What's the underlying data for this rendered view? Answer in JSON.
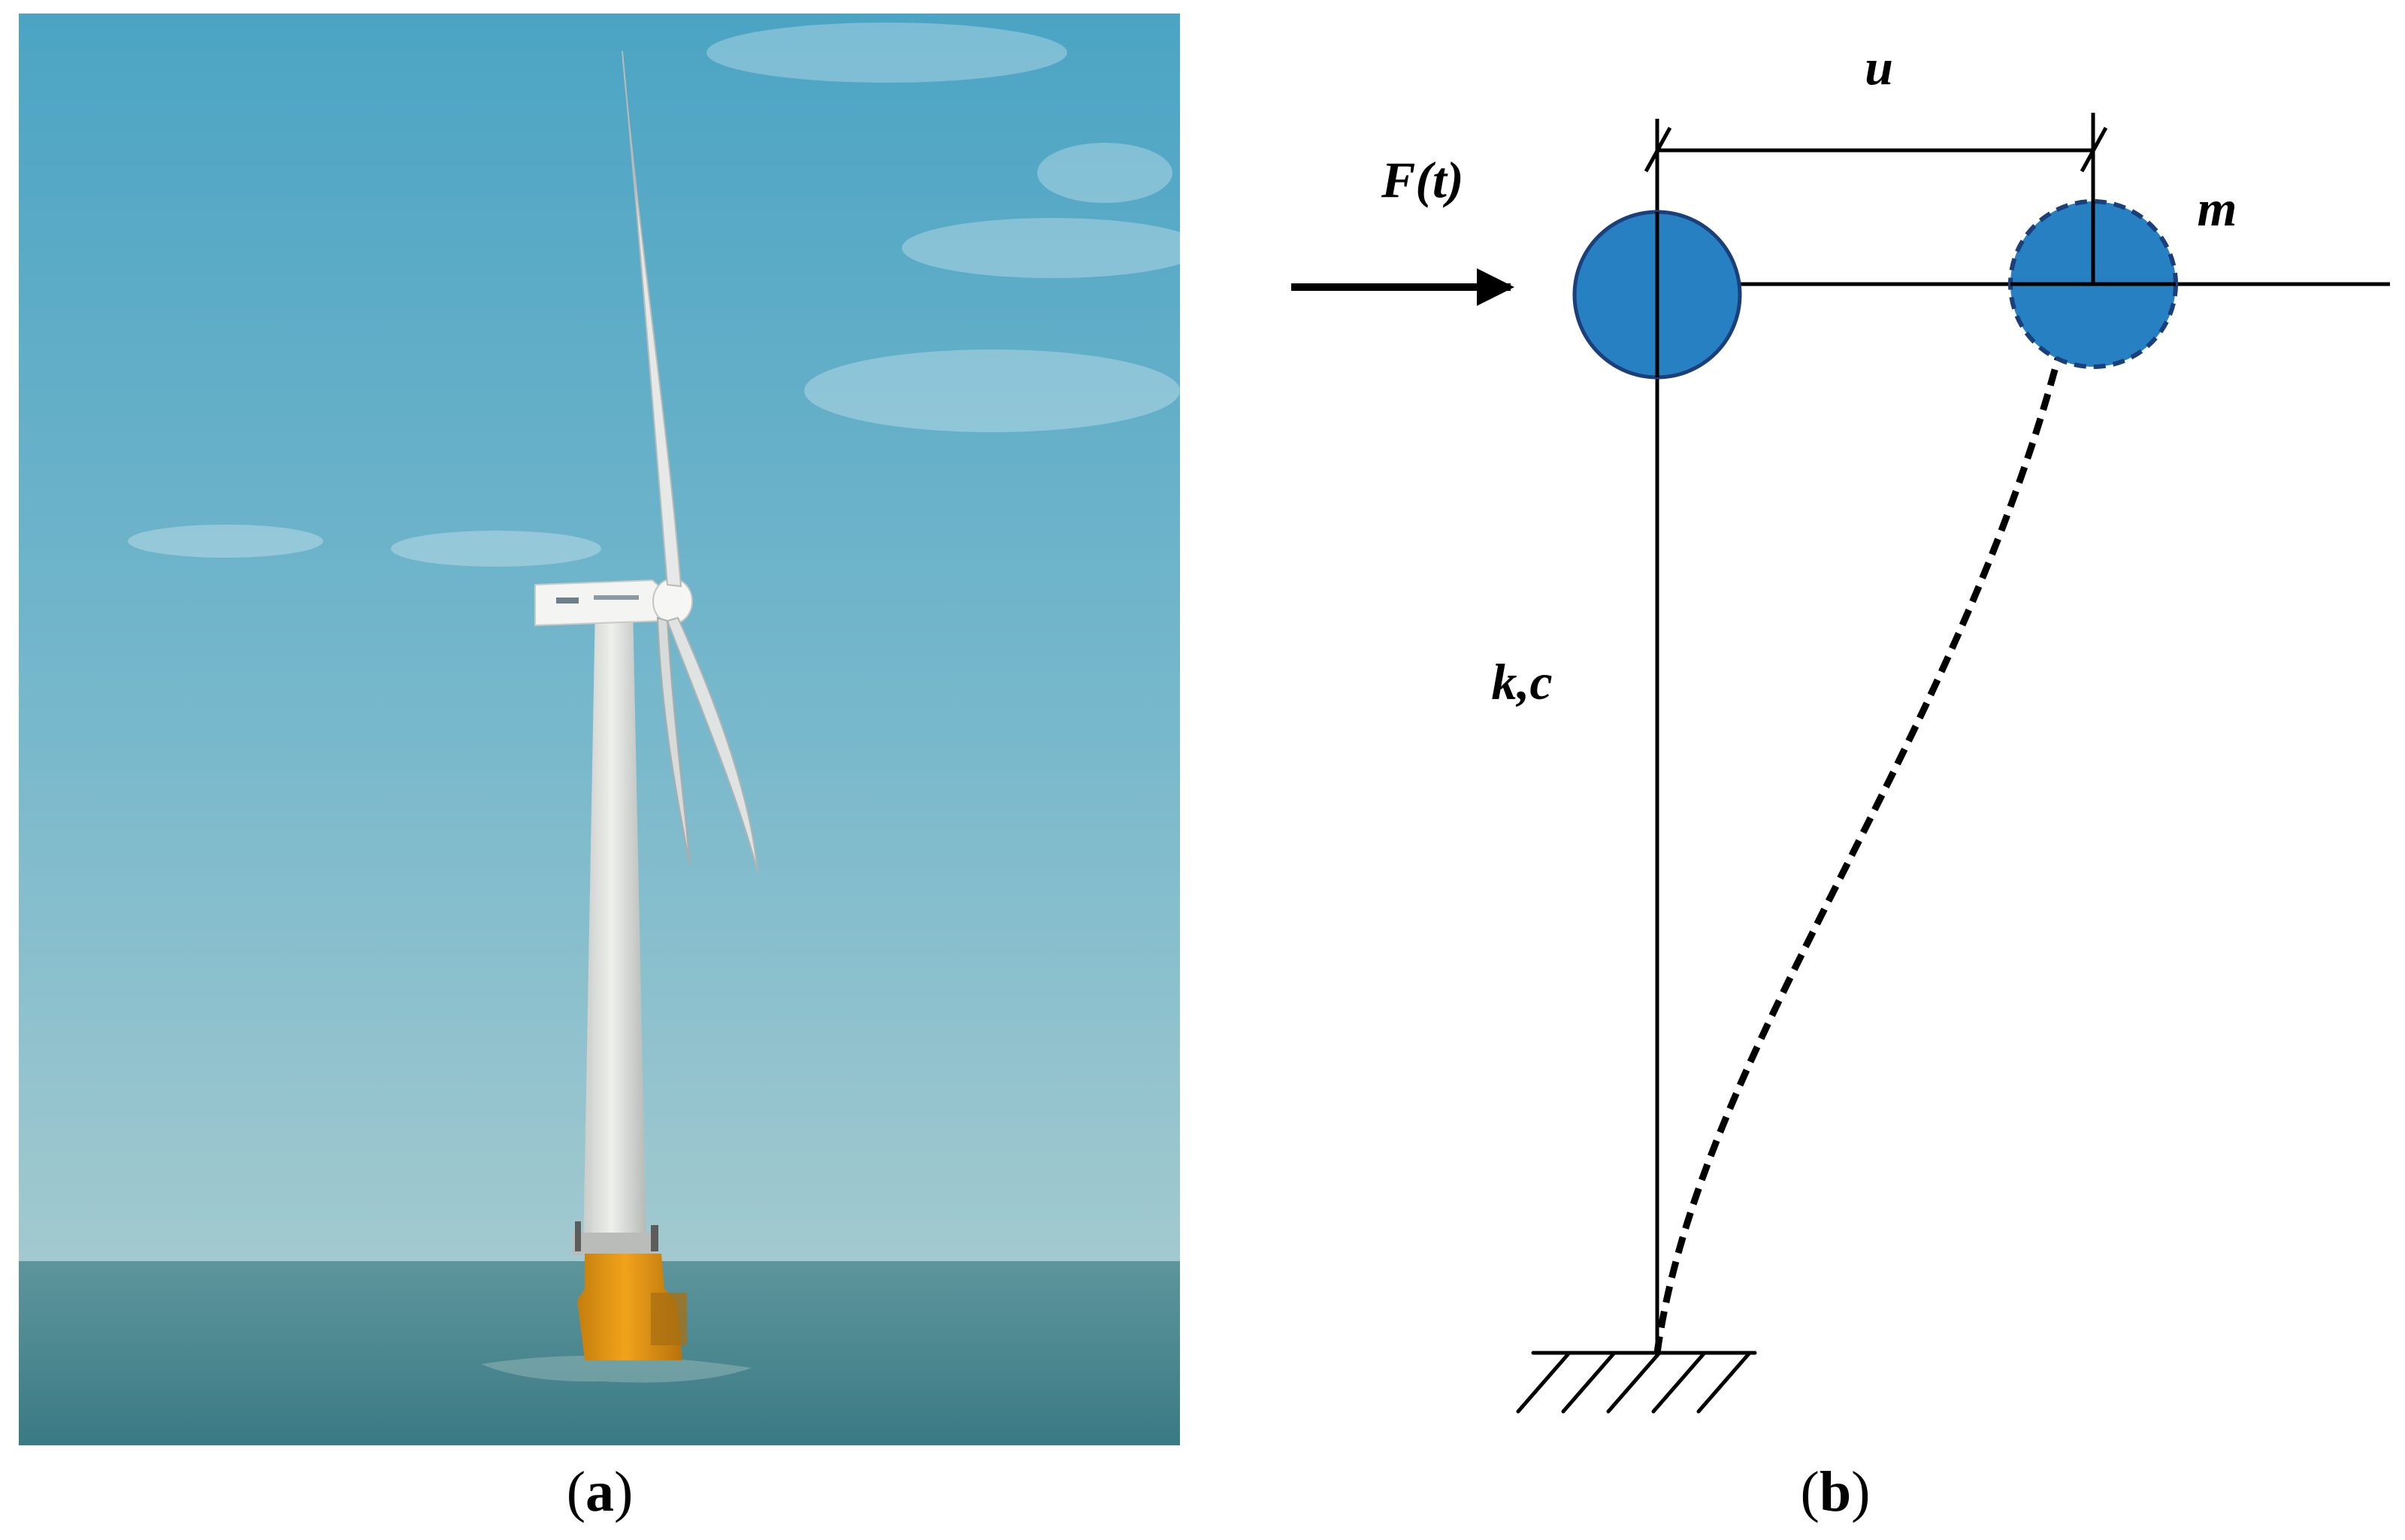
{
  "panel_a": {
    "caption_open": "(",
    "caption_letter": "a",
    "caption_close": ")",
    "sky_top_color": "#4ba4c4",
    "sky_bottom_color": "#a2c9cf",
    "sea_color": "#3a7a84",
    "tower_color": "#eef0ec",
    "foundation_color": "#f0a31a"
  },
  "panel_b": {
    "caption_open": "(",
    "caption_letter": "b",
    "caption_close": ")",
    "force_label": "F(t)",
    "displacement_label": "u",
    "mass_label": "m",
    "stiffness_label": "k,c",
    "mass_color": "#2680c2",
    "mass_outline_color": "#1a3f7a"
  }
}
